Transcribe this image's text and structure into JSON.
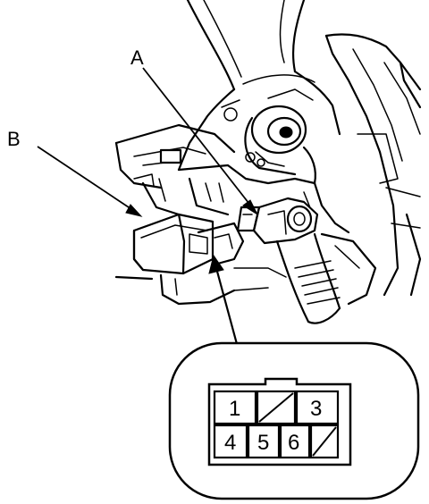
{
  "callouts": {
    "a": "A",
    "b": "B"
  },
  "connector": {
    "pins": [
      "1",
      "3",
      "4",
      "5",
      "6"
    ]
  }
}
